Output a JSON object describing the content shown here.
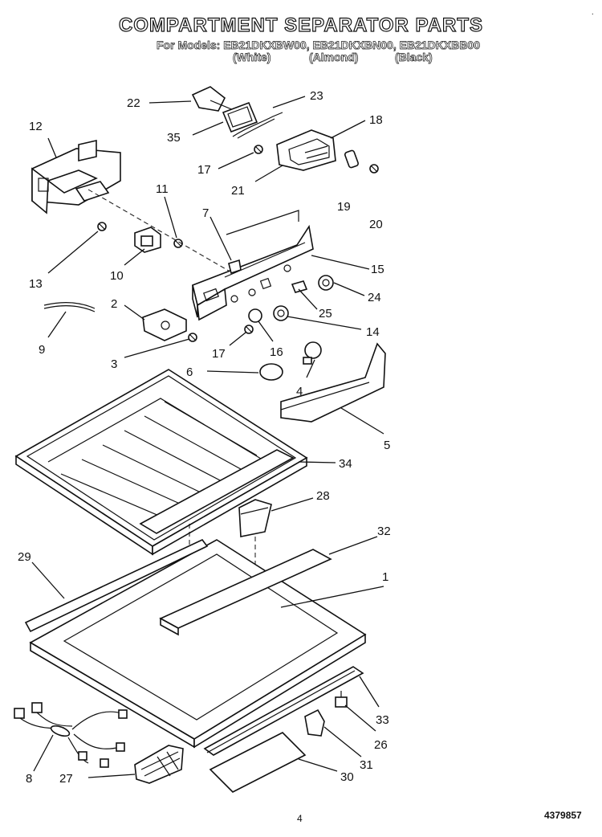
{
  "title": "COMPARTMENT SEPARATOR PARTS",
  "models_line": "For Models: EB21DKXBW00, EB21DKXBN00, EB21DKXBB00",
  "colors": [
    "(White)",
    "(Almond)",
    "(Black)"
  ],
  "page_number": "4",
  "doc_number": "4379857",
  "corner_mark": "·",
  "callouts": {
    "p1": "1",
    "p2": "2",
    "p3": "3",
    "p4": "4",
    "p5": "5",
    "p6": "6",
    "p7": "7",
    "p8": "8",
    "p9": "9",
    "p10": "10",
    "p11": "11",
    "p12": "12",
    "p13": "13",
    "p14": "14",
    "p15": "15",
    "p16": "16",
    "p17a": "17",
    "p17b": "17",
    "p18": "18",
    "p19": "19",
    "p20": "20",
    "p21": "21",
    "p22": "22",
    "p23": "23",
    "p24": "24",
    "p25": "25",
    "p26": "26",
    "p27": "27",
    "p28": "28",
    "p29": "29",
    "p30": "30",
    "p31": "31",
    "p32": "32",
    "p33": "33",
    "p34": "34",
    "p35": "35"
  }
}
